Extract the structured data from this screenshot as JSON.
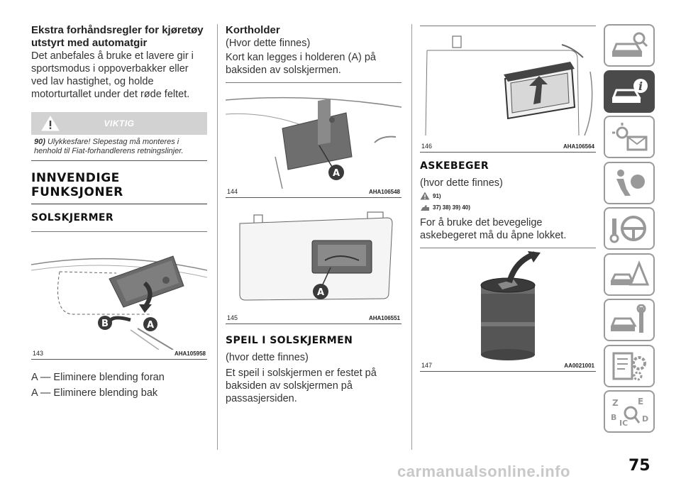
{
  "col1": {
    "heading": "Ekstra forhåndsregler for kjøretøy utstyrt med automatgir",
    "body": "Det anbefales å bruke et lavere gir i sportsmodus i oppoverbakker eller ved lav hastighet, og holde motorturtallet under det røde feltet.",
    "warning": {
      "title": "VIKTIG",
      "number": "90)",
      "text": "Ulykkesfare! Slepestag må monteres i henhold til Fiat-forhandlerens retningslinjer."
    },
    "section_title": "INNVENDIGE FUNKSJONER",
    "subsection_title": "SOLSKJERMER",
    "figure": {
      "number": "143",
      "code": "AHA105958",
      "label_a": "A",
      "label_b": "B"
    },
    "list": [
      "A — Eliminere blending foran",
      "A — Eliminere blending bak"
    ]
  },
  "col2": {
    "heading": "Kortholder",
    "availability": "(Hvor dette finnes)",
    "body": "Kort kan legges i holderen (A) på baksiden av solskjermen.",
    "figure1": {
      "number": "144",
      "code": "AHA106548",
      "label": "A"
    },
    "figure2": {
      "number": "145",
      "code": "AHA106551",
      "label": "A"
    },
    "section_title": "SPEIL I SOLSKJERMEN",
    "availability2": "(hvor dette finnes)",
    "body2": "Et speil i solskjermen er festet på baksiden av solskjermen på passasjersiden."
  },
  "col3": {
    "figure1": {
      "number": "146",
      "code": "AHA106564"
    },
    "section_title": "ASKEBEGER",
    "availability": "(hvor dette finnes)",
    "warn_refs": [
      "91)",
      "37)  38)  39)  40)"
    ],
    "body": "For å bruke det bevegelige askebegeret må du åpne lokket.",
    "figure2": {
      "number": "147",
      "code": "AA0021001"
    }
  },
  "sidebar": {
    "tabs": [
      "car-info-search-icon",
      "car-info-icon",
      "warning-light-message-icon",
      "airbag-safety-icon",
      "steering-key-icon",
      "breakdown-triangle-icon",
      "car-service-wrench-icon",
      "specs-settings-icon",
      "alphabet-index-icon"
    ],
    "active_index": 1
  },
  "page_number": "75",
  "watermark": "carmanualsonline.info"
}
